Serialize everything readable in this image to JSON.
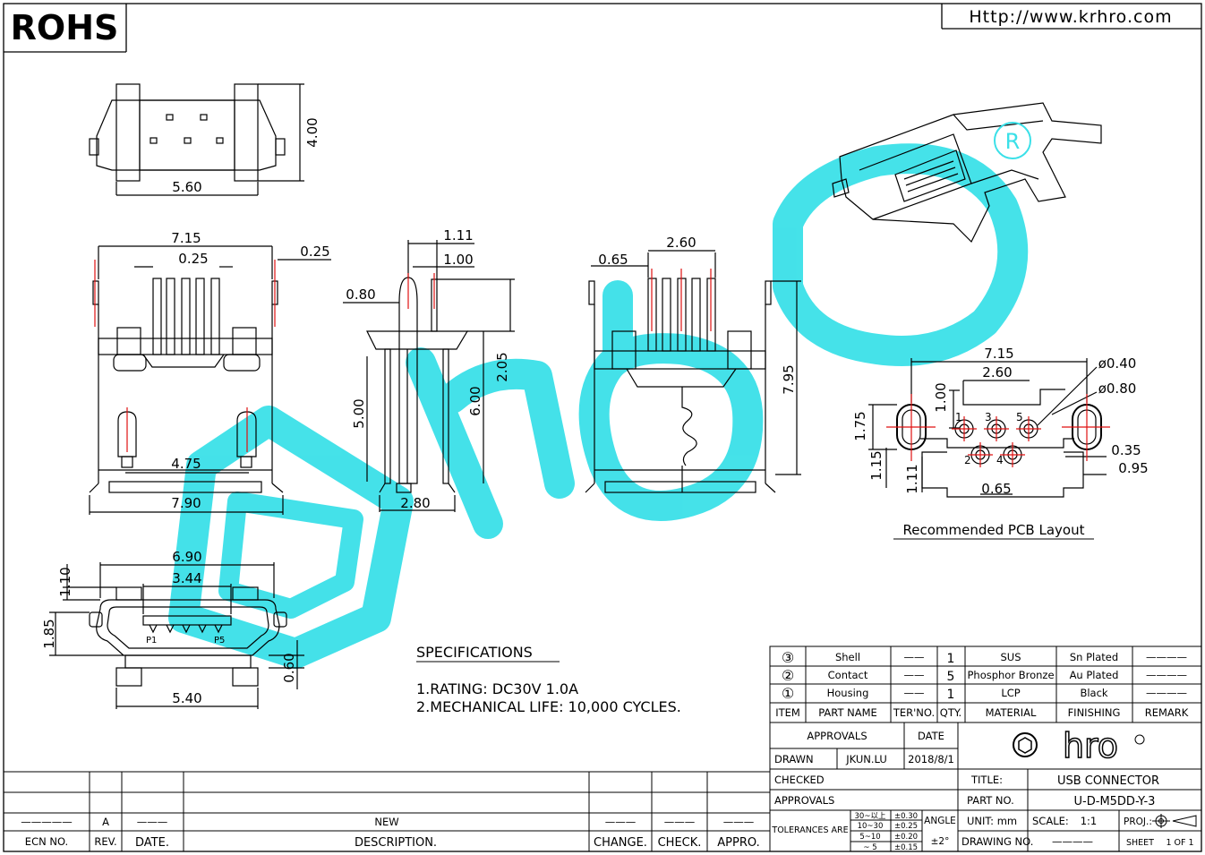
{
  "header": {
    "rohs": "ROHS",
    "url": "Http://www.krhro.com"
  },
  "top_view": {
    "dim_width": "5.60",
    "dim_height": "4.00"
  },
  "front_view": {
    "dim_total": "7.15",
    "dim_pin_pitch": "0.25",
    "dim_pin_w": "0.25",
    "dim_inner": "4.75",
    "dim_overall": "7.90"
  },
  "side_view": {
    "dim_a": "1.11",
    "dim_b": "1.00",
    "dim_c": "0.80",
    "dim_d": "2.05",
    "dim_e": "5.00",
    "dim_f": "6.00",
    "dim_g": "2.80"
  },
  "rear_view": {
    "dim_pitch": "2.60",
    "dim_offset": "0.65",
    "dim_height": "7.95"
  },
  "bottom_view": {
    "dim_width": "6.90",
    "dim_inner": "3.44",
    "dim_h1": "1.10",
    "dim_h2": "1.85",
    "dim_h3": "0.60",
    "dim_base": "5.40",
    "pin_first": "P1",
    "pin_last": "P5"
  },
  "pcb": {
    "title": "Recommended PCB Layout",
    "dim_total": "7.15",
    "dim_pitch": "2.60",
    "dim_hole_small": "ø0.40",
    "dim_hole_large": "ø0.80",
    "dim_v1": "1.75",
    "dim_v2": "1.00",
    "dim_v3": "1.15",
    "dim_v4": "1.11",
    "dim_h1": "0.35",
    "dim_h2": "0.95",
    "dim_h3": "0.65",
    "pins": [
      "1",
      "2",
      "3",
      "4",
      "5"
    ]
  },
  "specifications": {
    "title": "SPECIFICATIONS",
    "line1": "1.RATING: DC30V 1.0A",
    "line2": "2.MECHANICAL LIFE: 10,000 CYCLES."
  },
  "bom": {
    "rows": [
      {
        "item": "③",
        "part": "Shell",
        "ter": "——",
        "qty": "1",
        "material": "SUS",
        "finishing": "Sn Plated",
        "remark": "————"
      },
      {
        "item": "②",
        "part": "Contact",
        "ter": "——",
        "qty": "5",
        "material": "Phosphor Bronze",
        "finishing": "Au Plated",
        "remark": "————"
      },
      {
        "item": "①",
        "part": "Housing",
        "ter": "——",
        "qty": "1",
        "material": "LCP",
        "finishing": "Black",
        "remark": "————"
      }
    ],
    "headers": {
      "item": "ITEM",
      "part": "PART NAME",
      "ter": "TER'NO.",
      "qty": "QTY.",
      "material": "MATERIAL",
      "finishing": "FINISHING",
      "remark": "REMARK"
    }
  },
  "title_block": {
    "approvals_label": "APPROVALS",
    "date_label": "DATE",
    "drawn_label": "DRAWN",
    "drawn_by": "JKUN.LU",
    "drawn_date": "2018/8/1",
    "checked_label": "CHECKED",
    "approvals2_label": "APPROVALS",
    "logo": "hro",
    "title_label": "TITLE:",
    "title_value": "USB CONNECTOR",
    "part_no_label": "PART NO.",
    "part_no_value": "U-D-M5DD-Y-3",
    "tolerances_label": "TOLERANCES ARE",
    "tol_ranges": [
      "30~以上",
      "10~30",
      "5~10",
      "~ 5"
    ],
    "tol_values": [
      "±0.30",
      "±0.25",
      "±0.20",
      "±0.15"
    ],
    "angle_label": "ANGLE",
    "angle_value": "±2°",
    "unit_label": "UNIT: mm",
    "scale_label": "SCALE:",
    "scale_value": "1:1",
    "proj_label": "PROJ.:",
    "drawing_no_label": "DRAWING NO.",
    "drawing_no_value": "————",
    "sheet_label": "SHEET",
    "sheet_value": "1 OF 1"
  },
  "revision_block": {
    "ecn_value": "—————",
    "rev_value": "A",
    "date_value": "———",
    "description_value": "NEW",
    "change_value": "———",
    "check_value": "———",
    "appro_value": "———",
    "labels": {
      "ecn": "ECN NO.",
      "rev": "REV.",
      "date": "DATE.",
      "description": "DESCRIPTION.",
      "change": "CHANGE.",
      "check": "CHECK.",
      "appro": "APPRO."
    }
  },
  "colors": {
    "watermark": "#3be0e8",
    "line": "#000000",
    "centerline": "#e01010"
  }
}
